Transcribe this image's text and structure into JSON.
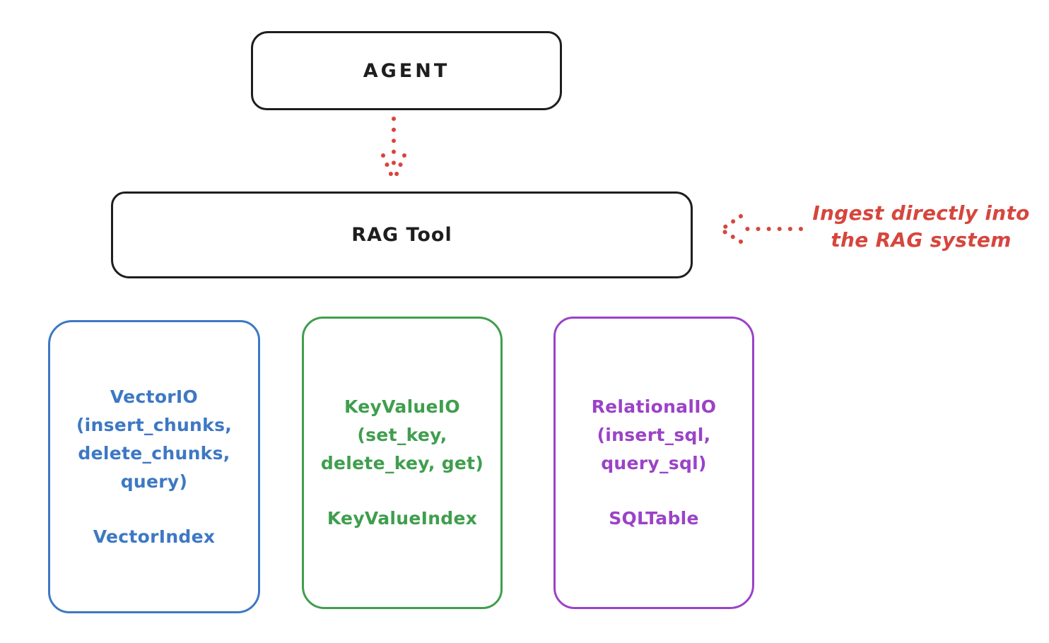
{
  "agent": {
    "label": "AGENT"
  },
  "rag_tool": {
    "label": "RAG Tool"
  },
  "annotation": {
    "line1": "Ingest directly into",
    "line2": "the RAG system"
  },
  "boxes": {
    "vector": {
      "title_lines": [
        "VectorIO",
        "(insert_chunks,",
        "delete_chunks,",
        "query)"
      ],
      "index": "VectorIndex",
      "color": "#3d78c4"
    },
    "keyvalue": {
      "title_lines": [
        "KeyValueIO",
        "(set_key,",
        "delete_key, get)"
      ],
      "index": "KeyValueIndex",
      "color": "#3f9e4d"
    },
    "relational": {
      "title_lines": [
        "RelationalIO",
        "(insert_sql,",
        "query_sql)"
      ],
      "index": "SQLTable",
      "color": "#9b42c8"
    }
  },
  "colors": {
    "ink": "#1e1e1e",
    "arrow_red": "#d6463d",
    "background": "#ffffff"
  }
}
